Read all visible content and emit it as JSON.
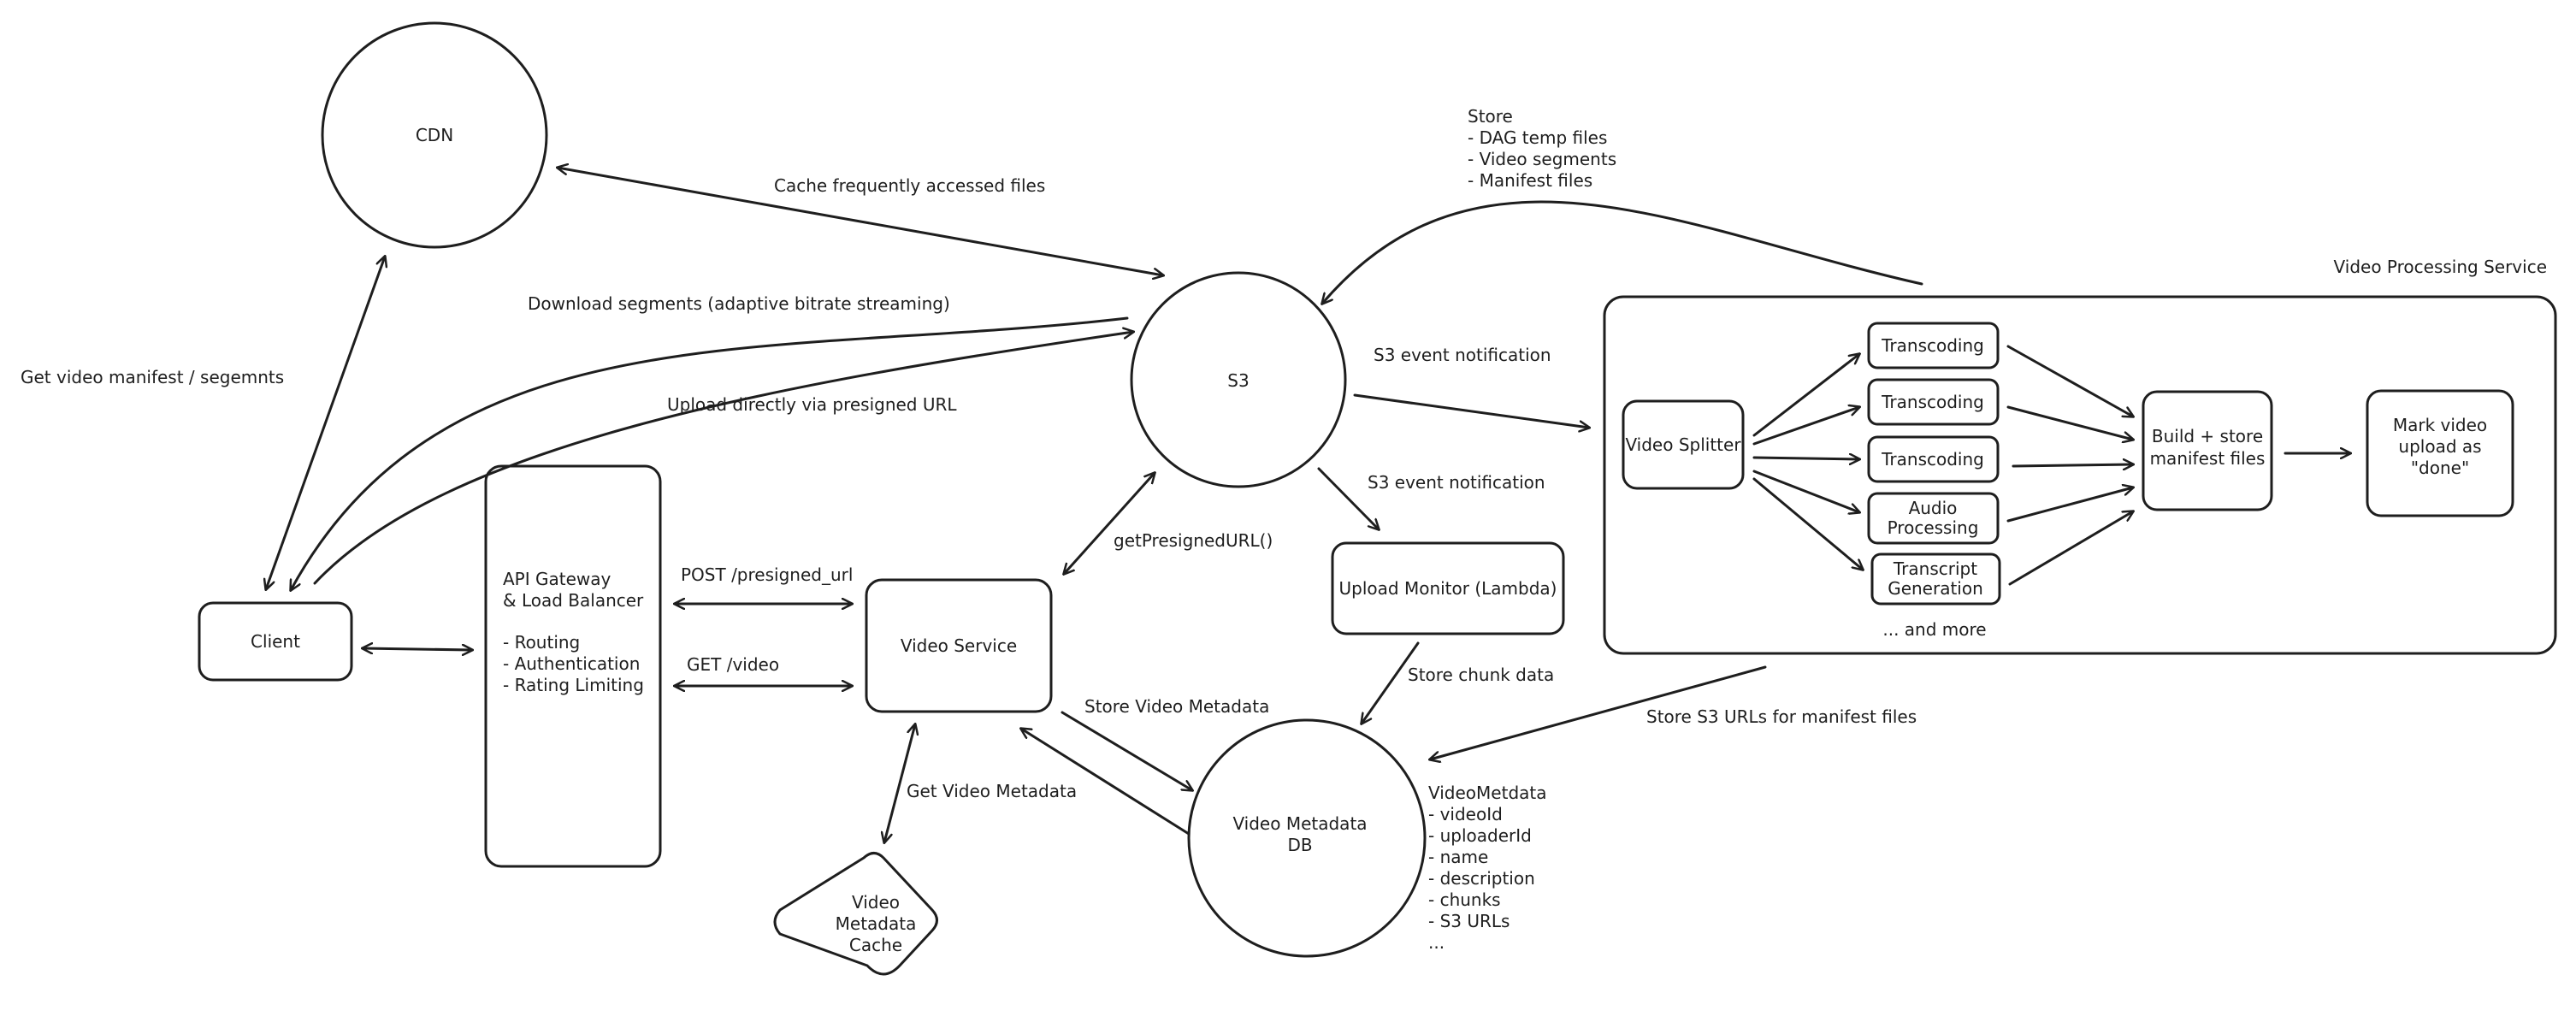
{
  "nodes": {
    "cdn": "CDN",
    "s3": "S3",
    "client": "Client",
    "api_gateway": {
      "title_lines": [
        "API Gateway",
        "& Load Balancer"
      ],
      "features": [
        "- Routing",
        "- Authentication",
        "- Rating Limiting"
      ]
    },
    "video_service": "Video Service",
    "video_metadata_cache": [
      "Video",
      "Metadata",
      "Cache"
    ],
    "video_metadata_db": [
      "Video Metadata",
      "DB"
    ],
    "upload_monitor": "Upload Monitor (Lambda)",
    "video_processing_service": {
      "title": "Video Processing Service",
      "video_splitter": "Video Splitter",
      "transcoding": [
        "Transcoding",
        "Transcoding",
        "Transcoding"
      ],
      "audio_processing": [
        "Audio",
        "Processing"
      ],
      "transcript_generation": [
        "Transcript",
        "Generation"
      ],
      "and_more": "... and more",
      "build_manifest": [
        "Build + store",
        "manifest files"
      ],
      "mark_done": [
        "Mark video",
        "upload as",
        "\"done\""
      ]
    }
  },
  "edge_labels": {
    "cache_files": "Cache frequently accessed files",
    "get_manifest": "Get video manifest / segemnts",
    "download_segments": "Download segments (adaptive bitrate streaming)",
    "upload_presigned": "Upload directly via presigned URL",
    "s3_event_to_processing": "S3 event notification",
    "s3_event_to_monitor": "S3 event notification",
    "post_presigned": "POST /presigned_url",
    "get_video": "GET /video",
    "get_presigned": "getPresignedURL()",
    "store_video_metadata": "Store Video Metadata",
    "get_video_metadata": "Get Video Metadata",
    "store_chunk_data": "Store chunk data",
    "store_s3_urls": "Store S3 URLs for manifest files"
  },
  "notes": {
    "s3_store": [
      "Store",
      "- DAG temp files",
      "- Video segments",
      "- Manifest files"
    ],
    "video_metadata_schema": [
      "VideoMetdata",
      "- videoId",
      "- uploaderId",
      "- name",
      "- description",
      "- chunks",
      "- S3 URLs",
      "..."
    ]
  }
}
